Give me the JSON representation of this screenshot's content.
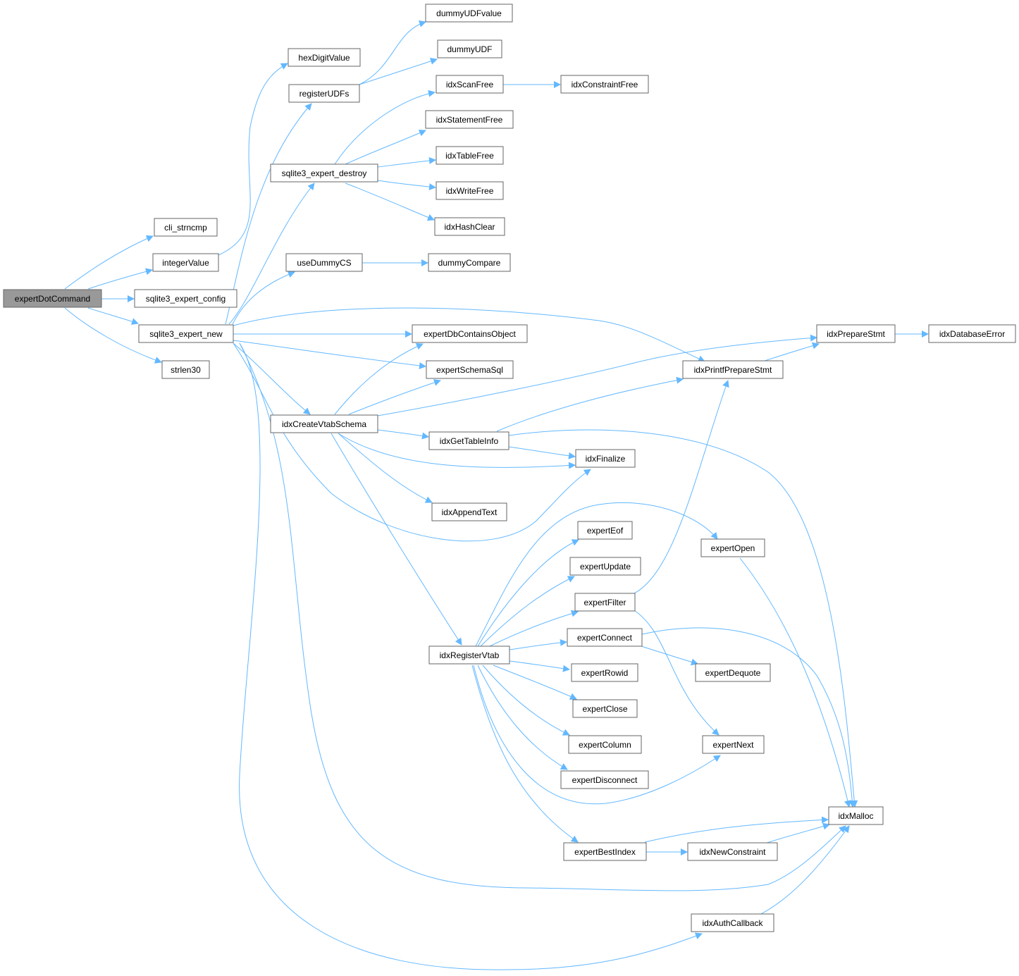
{
  "graph": {
    "edge_color": "#63b8ff",
    "node_border": "#666666",
    "node_fill": "#ffffff",
    "root_fill": "#999999",
    "text_color": "#000000",
    "nodes": {
      "expertDotCommand": "expertDotCommand",
      "cli_strncmp": "cli_strncmp",
      "integerValue": "integerValue",
      "sqlite3_expert_config": "sqlite3_expert_config",
      "sqlite3_expert_new": "sqlite3_expert_new",
      "strlen30": "strlen30",
      "hexDigitValue": "hexDigitValue",
      "registerUDFs": "registerUDFs",
      "sqlite3_expert_destroy": "sqlite3_expert_destroy",
      "useDummyCS": "useDummyCS",
      "idxCreateVtabSchema": "idxCreateVtabSchema",
      "dummyUDFvalue": "dummyUDFvalue",
      "dummyUDF": "dummyUDF",
      "idxScanFree": "idxScanFree",
      "idxStatementFree": "idxStatementFree",
      "idxTableFree": "idxTableFree",
      "idxWriteFree": "idxWriteFree",
      "idxHashClear": "idxHashClear",
      "dummyCompare": "dummyCompare",
      "expertDbContainsObject": "expertDbContainsObject",
      "expertSchemaSql": "expertSchemaSql",
      "idxGetTableInfo": "idxGetTableInfo",
      "idxFinalize": "idxFinalize",
      "idxAppendText": "idxAppendText",
      "expertEof": "expertEof",
      "expertUpdate": "expertUpdate",
      "expertFilter": "expertFilter",
      "expertConnect": "expertConnect",
      "idxRegisterVtab": "idxRegisterVtab",
      "expertRowid": "expertRowid",
      "expertClose": "expertClose",
      "expertColumn": "expertColumn",
      "expertDisconnect": "expertDisconnect",
      "expertBestIndex": "expertBestIndex",
      "idxConstraintFree": "idxConstraintFree",
      "idxPrepareStmt": "idxPrepareStmt",
      "idxDatabaseError": "idxDatabaseError",
      "idxPrintfPrepareStmt": "idxPrintfPrepareStmt",
      "expertOpen": "expertOpen",
      "expertDequote": "expertDequote",
      "expertNext": "expertNext",
      "idxMalloc": "idxMalloc",
      "idxNewConstraint": "idxNewConstraint",
      "idxAuthCallback": "idxAuthCallback"
    }
  }
}
